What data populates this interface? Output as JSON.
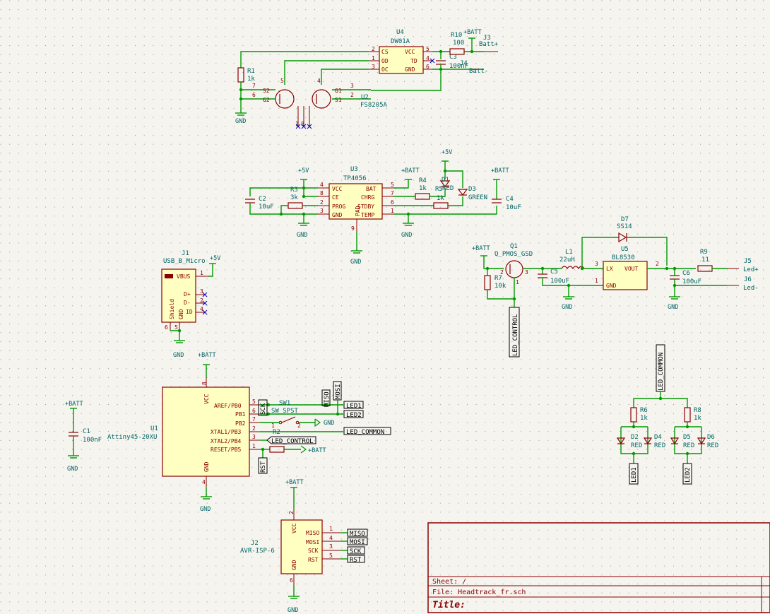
{
  "sheet": {
    "sheet_label": "Sheet: /",
    "file_label": "File: Headtrack_fr.sch",
    "title_label": "Title:"
  },
  "power": {
    "gnd": "GND",
    "vplus5": "+5V",
    "batt": "+BATT"
  },
  "protection": {
    "u4_ref": "U4",
    "u4_val": "DW01A",
    "u4_pins_left": [
      "CS",
      "OD",
      "OC"
    ],
    "u4_pins_right": [
      "VCC",
      "TD",
      "GND"
    ],
    "u4_nums_left": [
      "2",
      "1",
      "3"
    ],
    "u4_nums_right": [
      "5",
      "4",
      "6"
    ],
    "r1_ref": "R1",
    "r1_val": "1k",
    "r10_ref": "R10",
    "r10_val": "100",
    "c3_ref": "C3",
    "c3_val": "100nF",
    "j3_ref": "J3",
    "j3_val": "Batt+",
    "j4_ref": "J4",
    "j4_val": "Batt-",
    "u2_ref": "U2",
    "u2_val": "FS8205A",
    "u2_pins": [
      "S2",
      "G2",
      "G1",
      "S1"
    ],
    "u2_nums": [
      "7",
      "6",
      "3",
      "2",
      "5",
      "4",
      "1",
      "8"
    ]
  },
  "charger": {
    "u3_ref": "U3",
    "u3_val": "TP4056",
    "u3_pins_left": [
      "VCC",
      "CE",
      "PROG",
      "GND"
    ],
    "u3_pins_right": [
      "BAT",
      "CHRG",
      "STDBY",
      "TEMP"
    ],
    "u3_nums_left": [
      "4",
      "8",
      "2",
      "3"
    ],
    "u3_nums_right": [
      "5",
      "7",
      "6",
      "1"
    ],
    "u3_pad": "PAD",
    "u3_pad_num": "9",
    "c2_ref": "C2",
    "c2_val": "10uF",
    "r3_ref": "R3",
    "r3_val": "3k",
    "r4_ref": "R4",
    "r4_val": "1k",
    "r5_ref": "R5",
    "r5_val": "1k",
    "d1_ref": "D1",
    "d1_val": "RED",
    "d3_ref": "D3",
    "d3_val": "GREEN",
    "c4_ref": "C4",
    "c4_val": "10uF"
  },
  "boost": {
    "q1_ref": "Q1",
    "q1_val": "Q_PMOS_GSD",
    "r7_ref": "R7",
    "r7_val": "10k",
    "c5_ref": "C5",
    "c5_val": "100uF",
    "l1_ref": "L1",
    "l1_val": "22uH",
    "d7_ref": "D7",
    "d7_val": "SS14",
    "u5_ref": "U5",
    "u5_val": "BL8530",
    "u5_pins": [
      "LX",
      "GND",
      "VOUT"
    ],
    "u5_nums": [
      "3",
      "1",
      "2"
    ],
    "c6_ref": "C6",
    "c6_val": "100uF",
    "r9_ref": "R9",
    "r9_val": "11",
    "j5_ref": "J5",
    "j5_val": "Led+",
    "j6_ref": "J6",
    "j6_val": "Led-",
    "led_control": "LED_CONTROL",
    "q1_nums": [
      "1",
      "2",
      "3"
    ]
  },
  "usb": {
    "j1_ref": "J1",
    "j1_val": "USB_B_Micro",
    "pins": [
      "VBUS",
      "D+",
      "D-",
      "ID",
      "GND",
      "Shield"
    ],
    "nums": [
      "1",
      "3",
      "2",
      "4",
      "5",
      "6"
    ]
  },
  "mcu": {
    "u1_ref": "U1",
    "u1_val": "Attiny45-20XU",
    "pins": [
      "AREF/PB0",
      "PB1",
      "PB2",
      "XTAL1/PB3",
      "XTAL2/PB4",
      "RESET/PB5"
    ],
    "nums": [
      "5",
      "6",
      "7",
      "2",
      "3",
      "1"
    ],
    "vcc": "VCC",
    "vcc_num": "8",
    "gnd": "GND",
    "gnd_num": "4",
    "c1_ref": "C1",
    "c1_val": "100nF",
    "sw1_ref": "SW1",
    "sw1_val": "SW_SPST",
    "sw1_nums": [
      "1",
      "2"
    ],
    "r2_ref": "R2",
    "labels": [
      "SCK",
      "MISO",
      "MOSI",
      "LED1",
      "LED2",
      "LED_COMMON",
      "LED_CONTROL",
      "RST"
    ]
  },
  "isp": {
    "j2_ref": "J2",
    "j2_val": "AVR-ISP-6",
    "pins": [
      "MISO",
      "MOSI",
      "SCK",
      "RST"
    ],
    "nums": [
      "1",
      "4",
      "3",
      "5"
    ],
    "vcc": "VCC",
    "vcc_num": "2",
    "gnd": "GND",
    "gnd_num": "6",
    "labels": [
      "MISO",
      "MOSI",
      "SCK",
      "RST"
    ]
  },
  "leds": {
    "led_common": "LED_COMMON",
    "r6_ref": "R6",
    "r6_val": "1k",
    "r8_ref": "R8",
    "r8_val": "1k",
    "d2_ref": "D2",
    "d2_val": "RED",
    "d4_ref": "D4",
    "d4_val": "RED",
    "d5_ref": "D5",
    "d5_val": "RED",
    "d6_ref": "D6",
    "d6_val": "RED",
    "led1": "LED1",
    "led2": "LED2"
  },
  "colors": {
    "wire": "#009900",
    "body": "#8b0000",
    "fill": "#ffffc2",
    "background": "#f5f4ef",
    "text": "#006464"
  }
}
